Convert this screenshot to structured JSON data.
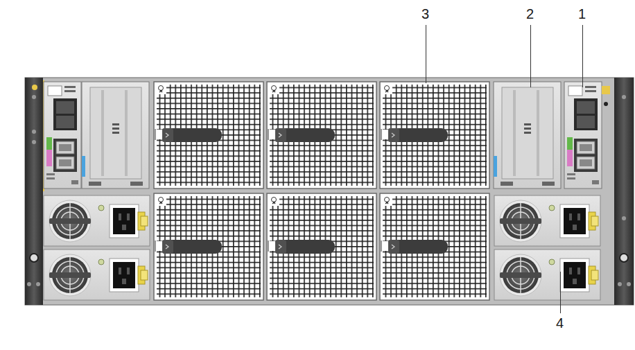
{
  "diagram": {
    "labels": [
      "3",
      "2",
      "1",
      "4"
    ]
  }
}
